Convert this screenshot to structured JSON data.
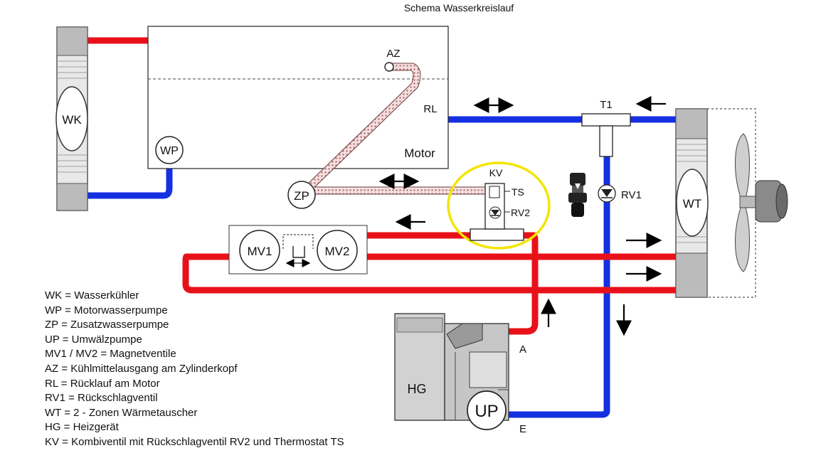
{
  "title": "Schema Wasserkreislauf",
  "labels": {
    "wk": "WK",
    "wp": "WP",
    "az": "AZ",
    "rl": "RL",
    "motor": "Motor",
    "zp": "ZP",
    "kv": "KV",
    "ts": "TS",
    "rv2": "RV2",
    "mv1": "MV1",
    "mv2": "MV2",
    "t1": "T1",
    "rv1": "RV1",
    "wt": "WT",
    "hg": "HG",
    "up": "UP",
    "a": "A",
    "e": "E"
  },
  "legend": [
    "WK = Wasserkühler",
    "WP = Motorwasserpumpe",
    "ZP = Zusatzwasserpumpe",
    "UP = Umwälzpumpe",
    "MV1 / MV2 = Magnetventile",
    "AZ = Kühlmittelausgang am Zylinderkopf",
    "RL = Rücklauf am Motor",
    "RV1 = Rückschlagventil",
    "WT = 2 - Zonen Wärmetauscher",
    "HG = Heizgerät",
    "KV = Kombiventil mit Rückschlagventil RV2 und Thermostat TS"
  ],
  "colors": {
    "hot": "#e8111a",
    "cold": "#1530e0",
    "hatch": "#c9a0a0",
    "highlight": "#f2e600"
  }
}
